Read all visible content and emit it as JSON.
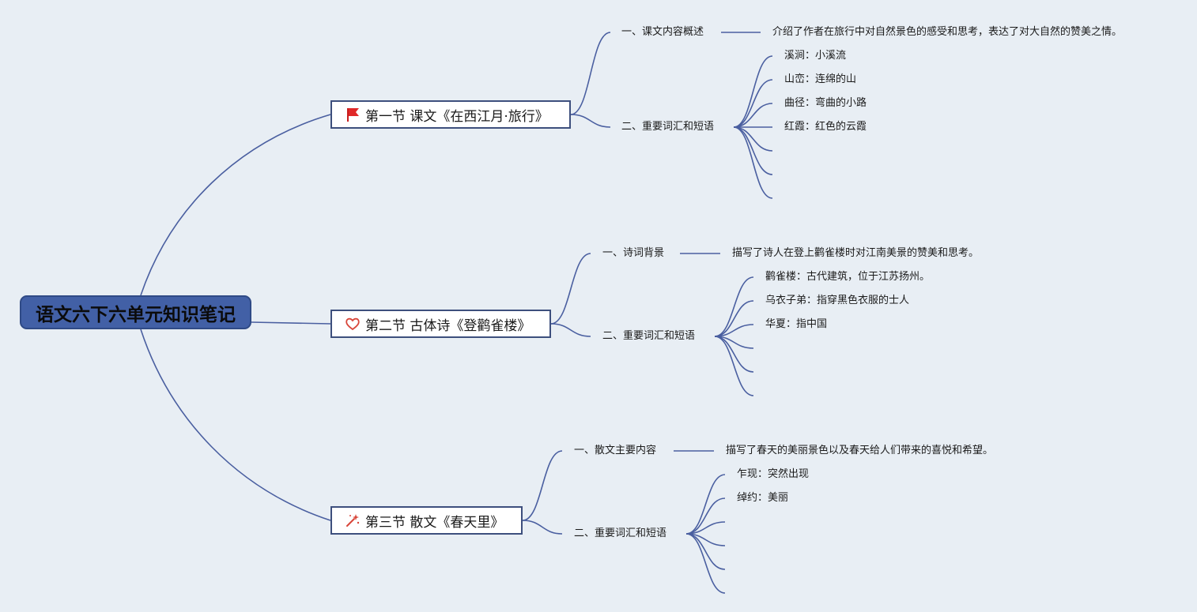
{
  "root": {
    "title": "语文六下六单元知识笔记"
  },
  "sections": [
    {
      "title": "第一节 课文《在西江月·旅行》",
      "icon": "red-flag-icon",
      "summary_label": "一、课文内容概述",
      "summary_text": "介绍了作者在旅行中对自然景色的感受和思考，表达了对大自然的赞美之情。",
      "vocab_label": "二、重要词汇和短语",
      "vocab": [
        "溪涧：小溪流",
        "山峦：连绵的山",
        "曲径：弯曲的小路",
        "红霞：红色的云霞",
        "",
        "",
        ""
      ]
    },
    {
      "title": "第二节 古体诗《登鹳雀楼》",
      "icon": "heart-icon",
      "summary_label": "一、诗词背景",
      "summary_text": "描写了诗人在登上鹳雀楼时对江南美景的赞美和思考。",
      "vocab_label": "二、重要词汇和短语",
      "vocab": [
        "鹳雀楼：古代建筑，位于江苏扬州。",
        "乌衣子弟：指穿黑色衣服的士人",
        "华夏：指中国",
        "",
        "",
        ""
      ]
    },
    {
      "title": "第三节 散文《春天里》",
      "icon": "magic-wand-icon",
      "summary_label": "一、散文主要内容",
      "summary_text": "描写了春天的美丽景色以及春天给人们带来的喜悦和希望。",
      "vocab_label": "二、重要词汇和短语",
      "vocab": [
        "乍现：突然出现",
        "绰约：美丽",
        "",
        "",
        "",
        ""
      ]
    }
  ],
  "colors": {
    "line": "#4a5fa0",
    "root_fill": "#4260a6",
    "flag": "#e02828"
  }
}
